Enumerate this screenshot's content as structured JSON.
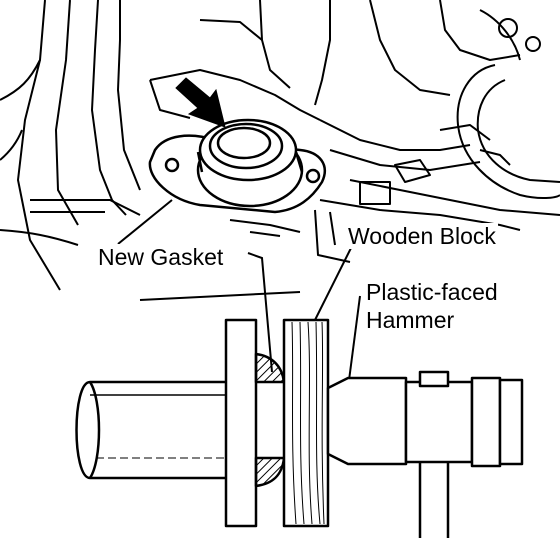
{
  "labels": {
    "new_gasket": "New Gasket",
    "wooden_block": "Wooden Block",
    "hammer_line1": "Plastic-faced",
    "hammer_line2": "Hammer"
  },
  "colors": {
    "ink": "#000000",
    "paper": "#ffffff"
  },
  "icons": {
    "pointer": "arrow-icon"
  }
}
